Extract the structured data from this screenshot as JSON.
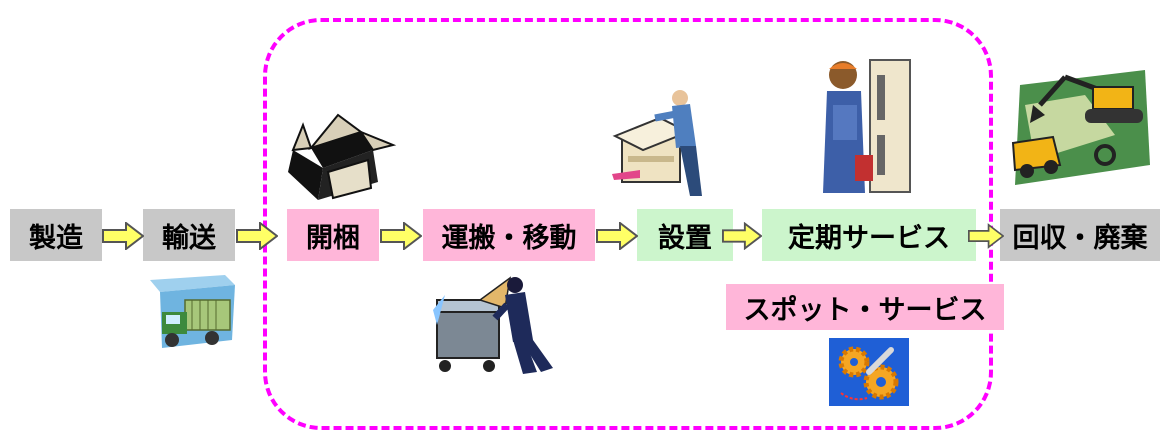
{
  "colors": {
    "gray_stage": "#c8c8c8",
    "pink_stage": "#ffb6d9",
    "green_stage": "#ccf5cc",
    "dash_border": "#ff00ff",
    "arrow_fill": "#ffff66",
    "arrow_stroke": "#555555"
  },
  "stages": [
    {
      "id": "manufacturing",
      "label": "製造",
      "tone": "gray"
    },
    {
      "id": "transport",
      "label": "輸送",
      "tone": "gray"
    },
    {
      "id": "unpacking",
      "label": "開梱",
      "tone": "pink"
    },
    {
      "id": "moving",
      "label": "運搬・移動",
      "tone": "pink"
    },
    {
      "id": "installation",
      "label": "設置",
      "tone": "green"
    },
    {
      "id": "periodic-service",
      "label": "定期サービス",
      "tone": "green"
    },
    {
      "id": "collection-disposal",
      "label": "回収・廃棄",
      "tone": "gray"
    }
  ],
  "spot_service": {
    "label": "スポット・サービス",
    "tone": "pink"
  },
  "illustrations": [
    {
      "name": "delivery-truck-icon"
    },
    {
      "name": "open-box-icon"
    },
    {
      "name": "worker-moving-copier-icon"
    },
    {
      "name": "technician-installing-copier-icon"
    },
    {
      "name": "service-worker-icon"
    },
    {
      "name": "gears-and-wrench-icon"
    },
    {
      "name": "demolition-excavator-icon"
    }
  ]
}
